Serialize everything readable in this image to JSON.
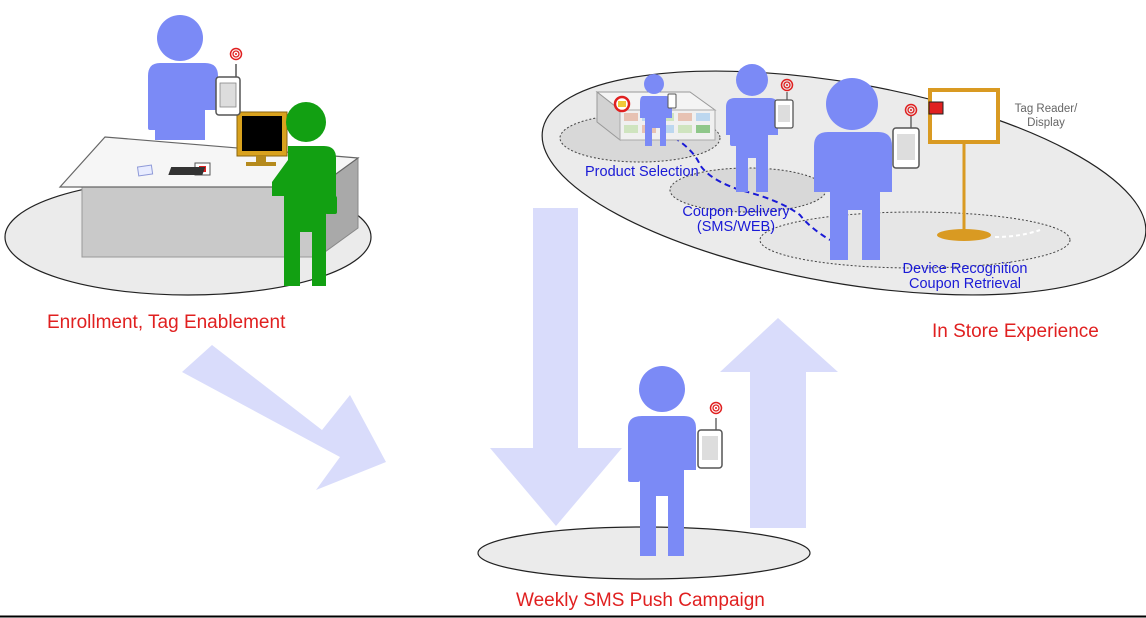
{
  "labels": {
    "enrollment": "Enrollment, Tag Enablement",
    "in_store": "In Store Experience",
    "weekly": "Weekly SMS Push Campaign",
    "product_selection": "Product Selection",
    "coupon_delivery_line1": "Coupon Delivery",
    "coupon_delivery_line2": "(SMS/WEB)",
    "device_recognition": "Device Recognition",
    "coupon_retrieval": "Coupon Retrieval",
    "tag_reader_line1": "Tag Reader/",
    "tag_reader_line2": "Display"
  },
  "colors": {
    "person": "#7b8af6",
    "clerk": "#12a012",
    "arrow": "#d9dcfb",
    "label_red": "#e02020",
    "label_blue": "#1a1ad6",
    "stand": "#d99a22"
  },
  "icons": [
    "person-figure",
    "phone-tag-icon",
    "computer-monitor-icon",
    "tag-reader-display-icon",
    "store-shelf-icon"
  ]
}
